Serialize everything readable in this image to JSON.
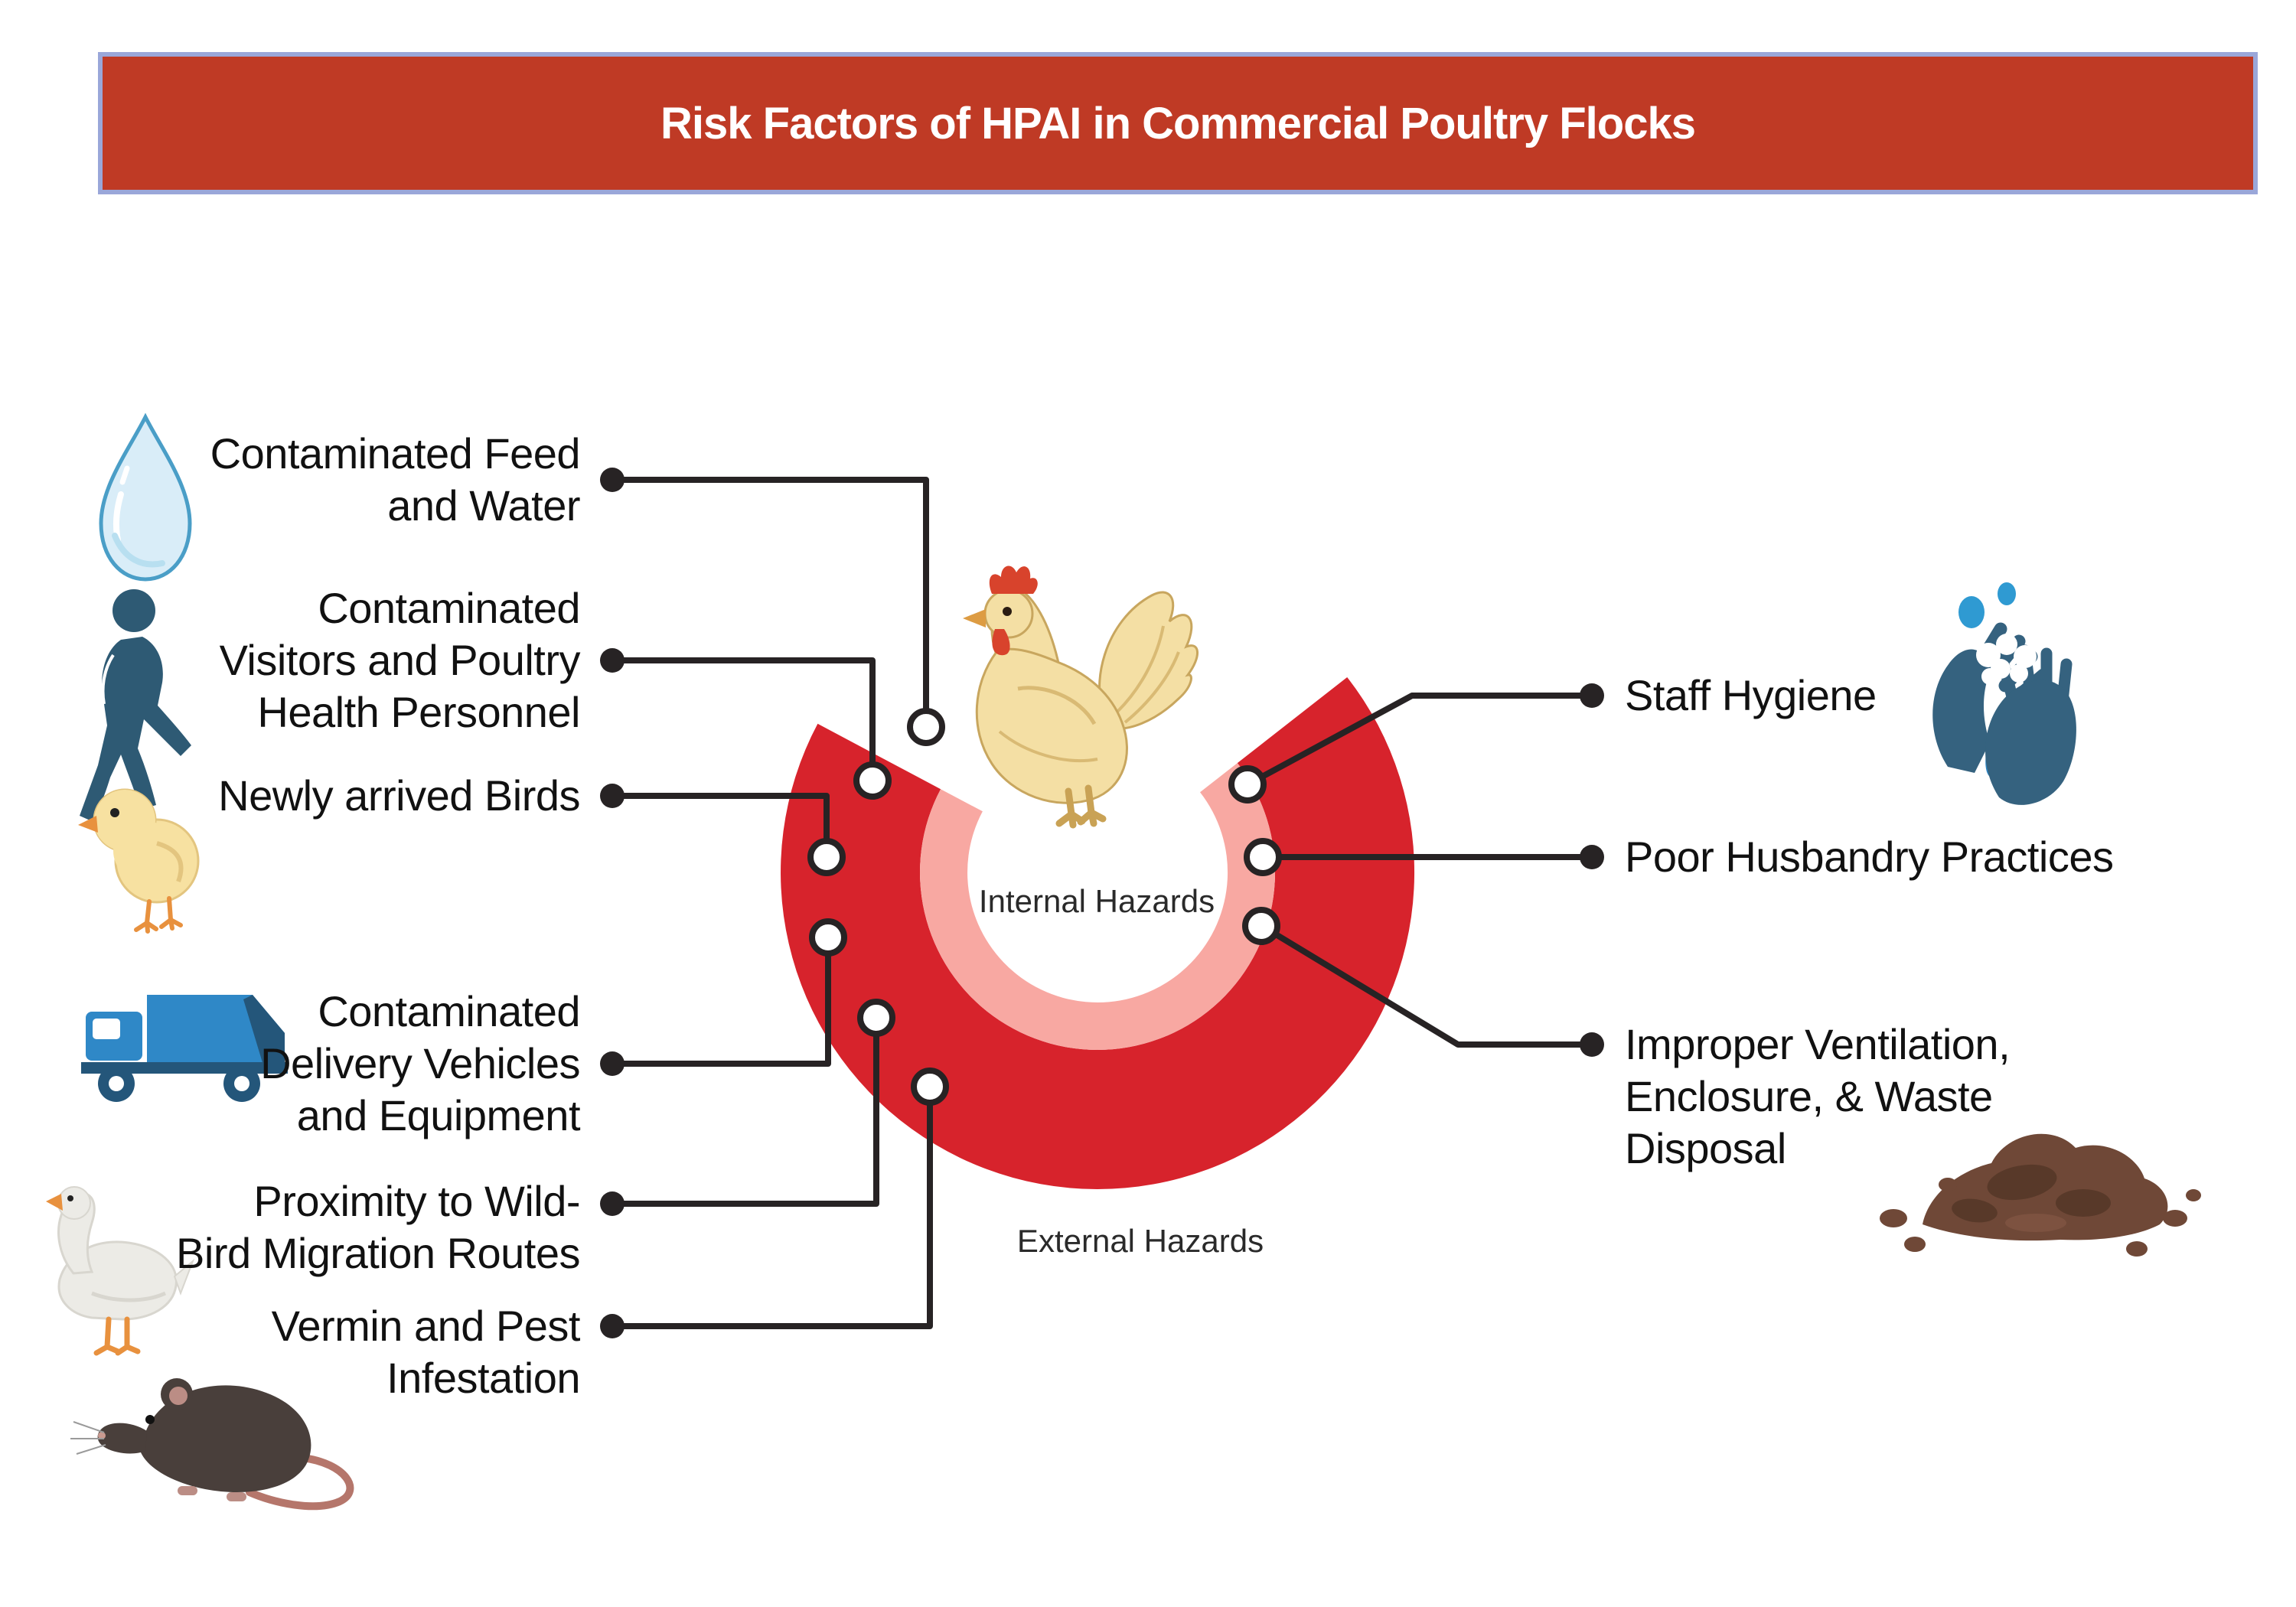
{
  "title": {
    "text": "Risk Factors of HPAI in Commercial Poultry Flocks"
  },
  "colors": {
    "banner_bg": "#bf3a25",
    "banner_border": "#9aa7d9",
    "ring_outer": "#d7232c",
    "ring_inner": "#f8a8a2",
    "connector": "#272324",
    "label_text": "#111111"
  },
  "diagram": {
    "internal_label": "Internal Hazards",
    "external_label": "External Hazards",
    "center_illustration": "chicken"
  },
  "left_factors": [
    {
      "icon": "water-drop-icon",
      "lines": [
        "Contaminated Feed",
        "and Water"
      ]
    },
    {
      "icon": "walking-person-icon",
      "lines": [
        "Contaminated",
        "Visitors and Poultry",
        "Health Personnel"
      ]
    },
    {
      "icon": "chick-icon",
      "lines": [
        "Newly arrived Birds"
      ]
    },
    {
      "icon": "delivery-truck-icon",
      "lines": [
        "Contaminated",
        "Delivery Vehicles",
        "and Equipment"
      ]
    },
    {
      "icon": "goose-icon",
      "lines": [
        "Proximity to Wild-",
        "Bird Migration Routes"
      ]
    },
    {
      "icon": "rat-icon",
      "lines": [
        "Vermin and Pest",
        "Infestation"
      ]
    }
  ],
  "right_factors": [
    {
      "icon": "hand-washing-icon",
      "lines": [
        "Staff Hygiene"
      ]
    },
    {
      "icon": "none",
      "lines": [
        "Poor Husbandry Practices"
      ]
    },
    {
      "icon": "manure-pile-icon",
      "lines": [
        "Improper Ventilation,",
        "Enclosure, & Waste",
        "Disposal"
      ]
    }
  ]
}
